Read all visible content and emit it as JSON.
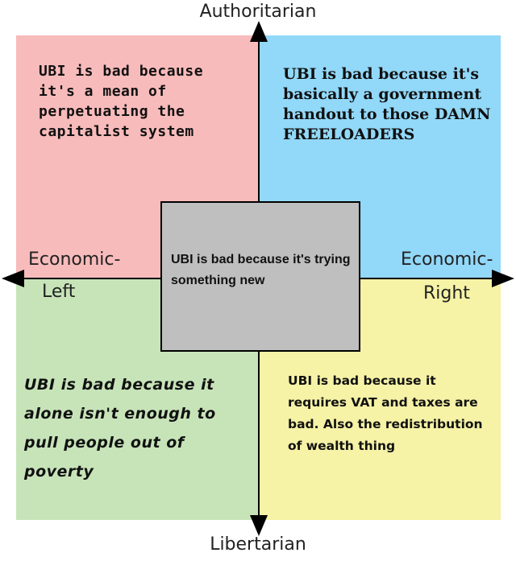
{
  "colors": {
    "top_left": "#f8bbbb",
    "top_right": "#92d8f8",
    "bottom_left": "#c7e4b9",
    "bottom_right": "#f6f2a6",
    "center": "#c0bfc0"
  },
  "axes": {
    "top": "Authoritarian",
    "bottom": "Libertarian",
    "left_line1": "Economic-",
    "left_line2": "Left",
    "right_line1": "Economic-",
    "right_line2": "Right"
  },
  "quadrants": {
    "top_left": "UBI is bad because it's a mean of perpetuating the capitalist system",
    "top_right": "UBI is bad because it's basically a government handout to those DAMN FREELOADERS",
    "bottom_left": "UBI is bad because it alone isn't enough to pull people out of poverty",
    "bottom_right": "UBI is bad because it requires VAT and taxes are bad. Also the redistribution of wealth thing"
  },
  "center": "UBI is bad because it's trying something new"
}
